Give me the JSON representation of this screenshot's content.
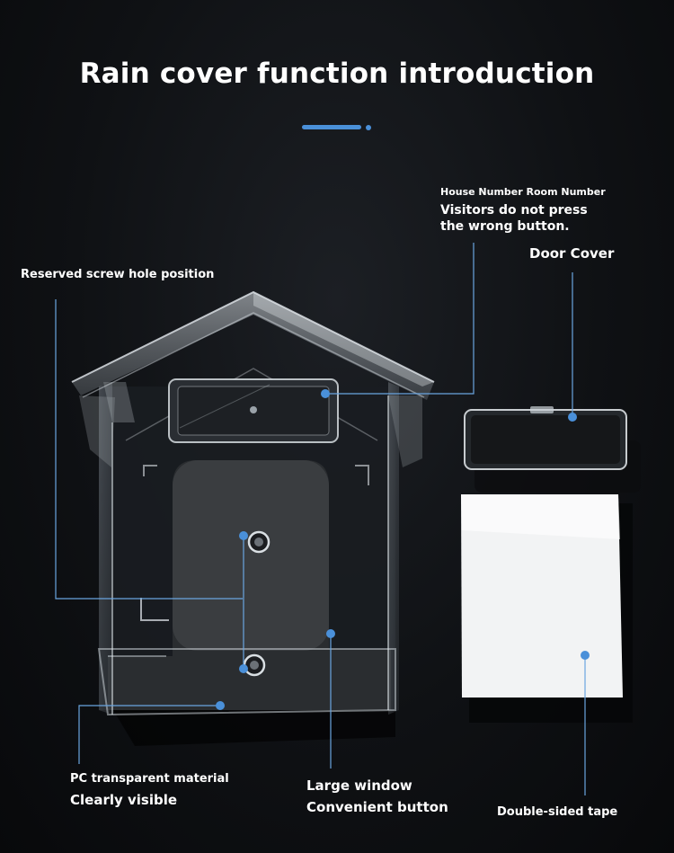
{
  "title": "Rain cover function introduction",
  "colors": {
    "accent": "#4a90d9",
    "leader_line": "#6aa5e0",
    "background": "#0f1114"
  },
  "callouts": {
    "house_number_title": "House Number Room Number",
    "house_number_line1": "Visitors do not press",
    "house_number_line2": "the wrong button.",
    "door_cover": "Door Cover",
    "screw_hole": "Reserved screw hole position",
    "pc_material_line1": "PC transparent material",
    "pc_material_line2": "Clearly visible",
    "large_window_line1": "Large window",
    "large_window_line2": "Convenient button",
    "double_sided_tape": "Double-sided tape"
  }
}
